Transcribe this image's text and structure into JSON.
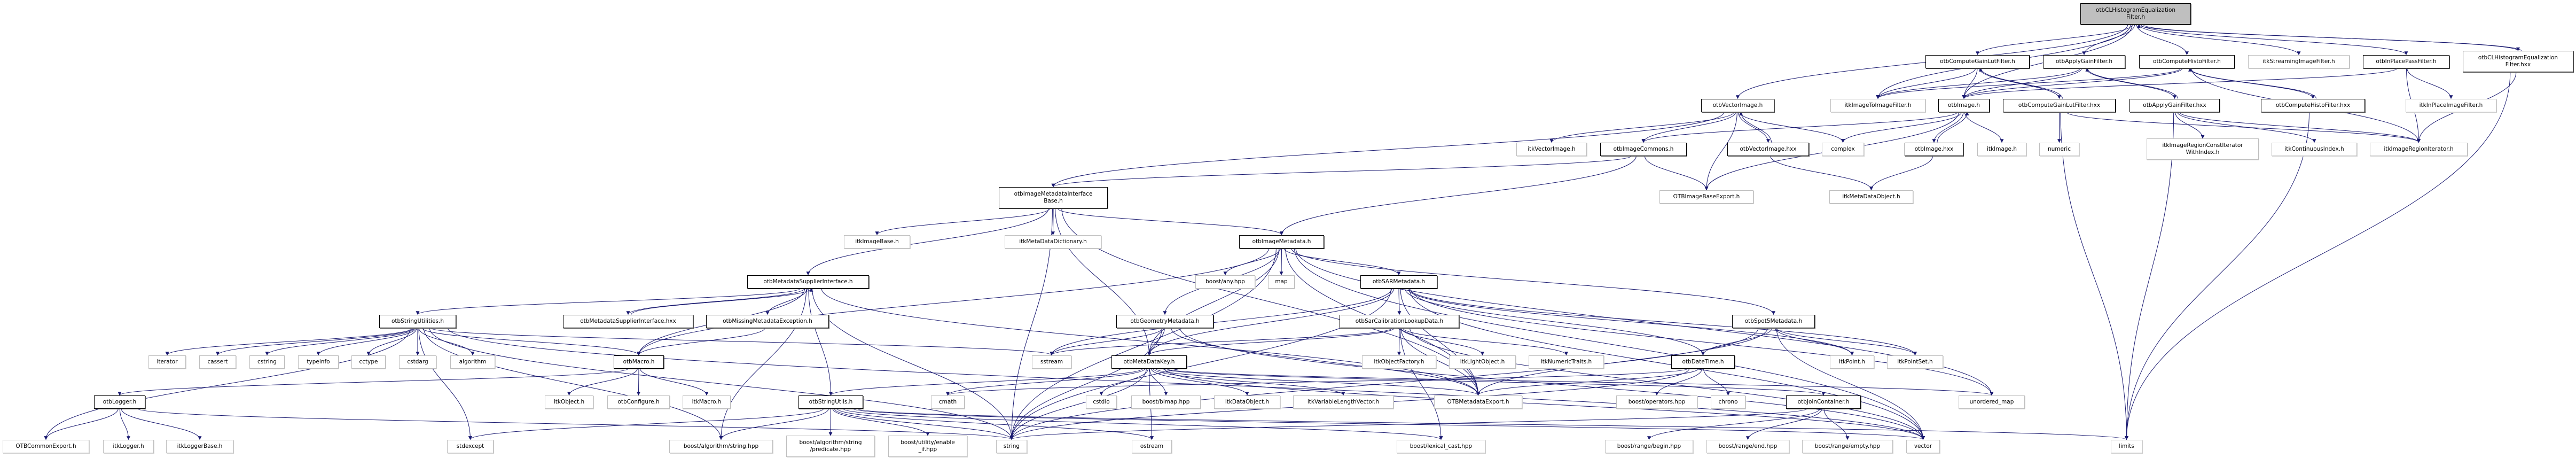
{
  "colors": {
    "edge": "#191970",
    "root_fill": "#bfbfbf",
    "documented_border": "#000000",
    "external_border": "#bfbfbf"
  },
  "nodes": [
    {
      "id": "root",
      "label": "otbCLHistogramEqualization\nFilter.h",
      "kind": "root"
    },
    {
      "id": "cglf",
      "label": "otbComputeGainLutFilter.h",
      "kind": "doc"
    },
    {
      "id": "agf",
      "label": "otbApplyGainFilter.h",
      "kind": "doc"
    },
    {
      "id": "chf",
      "label": "otbComputeHistoFilter.h",
      "kind": "doc"
    },
    {
      "id": "isf",
      "label": "itkStreamingImageFilter.h",
      "kind": "ext"
    },
    {
      "id": "ipf",
      "label": "otbInPlacePassFilter.h",
      "kind": "doc"
    },
    {
      "id": "rhxx",
      "label": "otbCLHistogramEqualization\nFilter.hxx",
      "kind": "doc"
    },
    {
      "id": "vimg",
      "label": "otbVectorImage.h",
      "kind": "doc"
    },
    {
      "id": "i2i",
      "label": "itkImageToImageFilter.h",
      "kind": "ext"
    },
    {
      "id": "img",
      "label": "otbImage.h",
      "kind": "doc"
    },
    {
      "id": "cglfx",
      "label": "otbComputeGainLutFilter.hxx",
      "kind": "doc"
    },
    {
      "id": "agfx",
      "label": "otbApplyGainFilter.hxx",
      "kind": "doc"
    },
    {
      "id": "chfx",
      "label": "otbComputeHistoFilter.hxx",
      "kind": "doc"
    },
    {
      "id": "iipf",
      "label": "itkInPlaceImageFilter.h",
      "kind": "ext"
    },
    {
      "id": "ivimg",
      "label": "itkVectorImage.h",
      "kind": "ext"
    },
    {
      "id": "icom",
      "label": "otbImageCommons.h",
      "kind": "doc"
    },
    {
      "id": "vimgx",
      "label": "otbVectorImage.hxx",
      "kind": "doc"
    },
    {
      "id": "complex",
      "label": "complex",
      "kind": "ext"
    },
    {
      "id": "imgx",
      "label": "otbImage.hxx",
      "kind": "doc"
    },
    {
      "id": "itkimg",
      "label": "itkImage.h",
      "kind": "ext"
    },
    {
      "id": "numeric",
      "label": "numeric",
      "kind": "ext"
    },
    {
      "id": "ircii",
      "label": "itkImageRegionConstIterator\nWithIndex.h",
      "kind": "ext"
    },
    {
      "id": "cidx",
      "label": "itkContinuousIndex.h",
      "kind": "ext"
    },
    {
      "id": "iri",
      "label": "itkImageRegionIterator.h",
      "kind": "ext"
    },
    {
      "id": "imib",
      "label": "otbImageMetadataInterface\nBase.h",
      "kind": "doc"
    },
    {
      "id": "ibexp",
      "label": "OTBImageBaseExport.h",
      "kind": "ext"
    },
    {
      "id": "imdo",
      "label": "itkMetaDataObject.h",
      "kind": "ext"
    },
    {
      "id": "iib",
      "label": "itkImageBase.h",
      "kind": "ext"
    },
    {
      "id": "imdd",
      "label": "itkMetaDataDictionary.h",
      "kind": "ext"
    },
    {
      "id": "imd",
      "label": "otbImageMetadata.h",
      "kind": "doc"
    },
    {
      "id": "msi",
      "label": "otbMetadataSupplierInterface.h",
      "kind": "doc"
    },
    {
      "id": "bany",
      "label": "boost/any.hpp",
      "kind": "ext"
    },
    {
      "id": "map",
      "label": "map",
      "kind": "ext"
    },
    {
      "id": "sar",
      "label": "otbSARMetadata.h",
      "kind": "doc"
    },
    {
      "id": "su",
      "label": "otbStringUtilities.h",
      "kind": "doc"
    },
    {
      "id": "msix",
      "label": "otbMetadataSupplierInterface.hxx",
      "kind": "doc"
    },
    {
      "id": "mme",
      "label": "otbMissingMetadataException.h",
      "kind": "doc"
    },
    {
      "id": "geom",
      "label": "otbGeometryMetadata.h",
      "kind": "doc"
    },
    {
      "id": "scl",
      "label": "otbSarCalibrationLookupData.h",
      "kind": "doc"
    },
    {
      "id": "spot",
      "label": "otbSpot5Metadata.h",
      "kind": "doc"
    },
    {
      "id": "iterator",
      "label": "iterator",
      "kind": "ext"
    },
    {
      "id": "cassert",
      "label": "cassert",
      "kind": "ext"
    },
    {
      "id": "cstring",
      "label": "cstring",
      "kind": "ext"
    },
    {
      "id": "typeinfo",
      "label": "typeinfo",
      "kind": "ext"
    },
    {
      "id": "cctype",
      "label": "cctype",
      "kind": "ext"
    },
    {
      "id": "cstdarg",
      "label": "cstdarg",
      "kind": "ext"
    },
    {
      "id": "algorithm",
      "label": "algorithm",
      "kind": "ext"
    },
    {
      "id": "macro",
      "label": "otbMacro.h",
      "kind": "doc"
    },
    {
      "id": "sstream",
      "label": "sstream",
      "kind": "ext"
    },
    {
      "id": "mdk",
      "label": "otbMetaDataKey.h",
      "kind": "doc"
    },
    {
      "id": "iof",
      "label": "itkObjectFactory.h",
      "kind": "ext"
    },
    {
      "id": "ilo",
      "label": "itkLightObject.h",
      "kind": "ext"
    },
    {
      "id": "int",
      "label": "itkNumericTraits.h",
      "kind": "ext"
    },
    {
      "id": "dt",
      "label": "otbDateTime.h",
      "kind": "doc"
    },
    {
      "id": "ipt",
      "label": "itkPoint.h",
      "kind": "ext"
    },
    {
      "id": "ips",
      "label": "itkPointSet.h",
      "kind": "ext"
    },
    {
      "id": "logger",
      "label": "otbLogger.h",
      "kind": "doc"
    },
    {
      "id": "iobj",
      "label": "itkObject.h",
      "kind": "ext"
    },
    {
      "id": "conf",
      "label": "otbConfigure.h",
      "kind": "ext"
    },
    {
      "id": "imac",
      "label": "itkMacro.h",
      "kind": "ext"
    },
    {
      "id": "sus",
      "label": "otbStringUtils.h",
      "kind": "doc"
    },
    {
      "id": "cmath",
      "label": "cmath",
      "kind": "ext"
    },
    {
      "id": "cstdio",
      "label": "cstdio",
      "kind": "ext"
    },
    {
      "id": "bimap",
      "label": "boost/bimap.hpp",
      "kind": "ext"
    },
    {
      "id": "ido",
      "label": "itkDataObject.h",
      "kind": "ext"
    },
    {
      "id": "ivlv",
      "label": "itkVariableLengthVector.h",
      "kind": "ext"
    },
    {
      "id": "mexp",
      "label": "OTBMetadataExport.h",
      "kind": "ext"
    },
    {
      "id": "bops",
      "label": "boost/operators.hpp",
      "kind": "ext"
    },
    {
      "id": "chrono",
      "label": "chrono",
      "kind": "ext"
    },
    {
      "id": "jc",
      "label": "otbJoinContainer.h",
      "kind": "doc"
    },
    {
      "id": "umap",
      "label": "unordered_map",
      "kind": "ext"
    },
    {
      "id": "cexp",
      "label": "OTBCommonExport.h",
      "kind": "ext"
    },
    {
      "id": "ilog",
      "label": "itkLogger.h",
      "kind": "ext"
    },
    {
      "id": "ilb",
      "label": "itkLoggerBase.h",
      "kind": "ext"
    },
    {
      "id": "stdexcept",
      "label": "stdexcept",
      "kind": "ext"
    },
    {
      "id": "bas",
      "label": "boost/algorithm/string.hpp",
      "kind": "ext"
    },
    {
      "id": "bpred",
      "label": "boost/algorithm/string\n/predicate.hpp",
      "kind": "ext"
    },
    {
      "id": "benable",
      "label": "boost/utility/enable\n_if.hpp",
      "kind": "ext"
    },
    {
      "id": "string",
      "label": "string",
      "kind": "ext"
    },
    {
      "id": "ostream",
      "label": "ostream",
      "kind": "ext"
    },
    {
      "id": "blex",
      "label": "boost/lexical_cast.hpp",
      "kind": "ext"
    },
    {
      "id": "rbegin",
      "label": "boost/range/begin.hpp",
      "kind": "ext"
    },
    {
      "id": "rend",
      "label": "boost/range/end.hpp",
      "kind": "ext"
    },
    {
      "id": "rempty",
      "label": "boost/range/empty.hpp",
      "kind": "ext"
    },
    {
      "id": "vector",
      "label": "vector",
      "kind": "ext"
    },
    {
      "id": "limits",
      "label": "limits",
      "kind": "ext"
    }
  ],
  "edges": [
    [
      "root",
      "cglf"
    ],
    [
      "root",
      "agf"
    ],
    [
      "root",
      "chf"
    ],
    [
      "root",
      "isf"
    ],
    [
      "root",
      "ipf"
    ],
    [
      "root",
      "rhxx"
    ],
    [
      "rhxx",
      "root"
    ],
    [
      "root",
      "vimg"
    ],
    [
      "root",
      "i2i"
    ],
    [
      "root",
      "img"
    ],
    [
      "rhxx",
      "iri"
    ],
    [
      "rhxx",
      "limits"
    ],
    [
      "cglf",
      "i2i"
    ],
    [
      "cglf",
      "img"
    ],
    [
      "cglf",
      "cglfx"
    ],
    [
      "cglfx",
      "cglf"
    ],
    [
      "cglfx",
      "numeric"
    ],
    [
      "cglfx",
      "limits"
    ],
    [
      "cglfx",
      "iri"
    ],
    [
      "agf",
      "i2i"
    ],
    [
      "agf",
      "img"
    ],
    [
      "agf",
      "agfx"
    ],
    [
      "agfx",
      "agf"
    ],
    [
      "agfx",
      "ircii"
    ],
    [
      "agfx",
      "cidx"
    ],
    [
      "agfx",
      "iri"
    ],
    [
      "agfx",
      "limits"
    ],
    [
      "chf",
      "i2i"
    ],
    [
      "chf",
      "img"
    ],
    [
      "chf",
      "chfx"
    ],
    [
      "chfx",
      "chf"
    ],
    [
      "chf",
      "iri"
    ],
    [
      "chfx",
      "limits"
    ],
    [
      "ipf",
      "iipf"
    ],
    [
      "ipf",
      "iri"
    ],
    [
      "ipf",
      "img"
    ],
    [
      "img",
      "itkimg"
    ],
    [
      "img",
      "imgx"
    ],
    [
      "imgx",
      "img"
    ],
    [
      "img",
      "complex"
    ],
    [
      "img",
      "icom"
    ],
    [
      "img",
      "ibexp"
    ],
    [
      "imgx",
      "imdo"
    ],
    [
      "vimg",
      "ivimg"
    ],
    [
      "vimg",
      "icom"
    ],
    [
      "vimg",
      "vimgx"
    ],
    [
      "vimgx",
      "vimg"
    ],
    [
      "vimg",
      "complex"
    ],
    [
      "vimg",
      "ibexp"
    ],
    [
      "vimg",
      "imib"
    ],
    [
      "vimgx",
      "imdo"
    ],
    [
      "icom",
      "imib"
    ],
    [
      "icom",
      "imd"
    ],
    [
      "icom",
      "ibexp"
    ],
    [
      "imib",
      "iib"
    ],
    [
      "imib",
      "msi"
    ],
    [
      "imib",
      "imdd"
    ],
    [
      "imib",
      "imd"
    ],
    [
      "imib",
      "string"
    ],
    [
      "imib",
      "mdk"
    ],
    [
      "imib",
      "mexp"
    ],
    [
      "msi",
      "su"
    ],
    [
      "msi",
      "msix"
    ],
    [
      "msix",
      "msi"
    ],
    [
      "msi",
      "mme"
    ],
    [
      "msi",
      "macro"
    ],
    [
      "msi",
      "sus"
    ],
    [
      "msi",
      "string"
    ],
    [
      "msi",
      "bas"
    ],
    [
      "msi",
      "mexp"
    ],
    [
      "su",
      "iterator"
    ],
    [
      "su",
      "cassert"
    ],
    [
      "su",
      "cstring"
    ],
    [
      "su",
      "typeinfo"
    ],
    [
      "su",
      "cctype"
    ],
    [
      "su",
      "cstdarg"
    ],
    [
      "su",
      "algorithm"
    ],
    [
      "su",
      "macro"
    ],
    [
      "su",
      "cexp"
    ],
    [
      "su",
      "stdexcept"
    ],
    [
      "su",
      "string"
    ],
    [
      "su",
      "sstream"
    ],
    [
      "su",
      "vector"
    ],
    [
      "su",
      "bas"
    ],
    [
      "mme",
      "macro"
    ],
    [
      "macro",
      "iobj"
    ],
    [
      "macro",
      "conf"
    ],
    [
      "macro",
      "imac"
    ],
    [
      "macro",
      "logger"
    ],
    [
      "logger",
      "cexp"
    ],
    [
      "logger",
      "ilog"
    ],
    [
      "logger",
      "ilb"
    ],
    [
      "logger",
      "string"
    ],
    [
      "sus",
      "stdexcept"
    ],
    [
      "sus",
      "bas"
    ],
    [
      "sus",
      "bpred"
    ],
    [
      "sus",
      "benable"
    ],
    [
      "sus",
      "string"
    ],
    [
      "sus",
      "ostream"
    ],
    [
      "sus",
      "vector"
    ],
    [
      "sus",
      "blex"
    ],
    [
      "sus",
      "limits"
    ],
    [
      "imd",
      "bany"
    ],
    [
      "imd",
      "map"
    ],
    [
      "imd",
      "sar"
    ],
    [
      "imd",
      "geom"
    ],
    [
      "imd",
      "mdk"
    ],
    [
      "imd",
      "string"
    ],
    [
      "imd",
      "mexp"
    ],
    [
      "imd",
      "macro"
    ],
    [
      "imd",
      "vector"
    ],
    [
      "imd",
      "umap"
    ],
    [
      "imd",
      "spot"
    ],
    [
      "sar",
      "scl"
    ],
    [
      "sar",
      "mdk"
    ],
    [
      "sar",
      "dt"
    ],
    [
      "sar",
      "ipt"
    ],
    [
      "sar",
      "ips"
    ],
    [
      "sar",
      "vector"
    ],
    [
      "sar",
      "string"
    ],
    [
      "sar",
      "sstream"
    ],
    [
      "sar",
      "mexp"
    ],
    [
      "sar",
      "umap"
    ],
    [
      "scl",
      "iof"
    ],
    [
      "scl",
      "ilo"
    ],
    [
      "scl",
      "int"
    ],
    [
      "scl",
      "mexp"
    ],
    [
      "scl",
      "blex"
    ],
    [
      "scl",
      "mdk"
    ],
    [
      "scl",
      "sstream"
    ],
    [
      "scl",
      "vector"
    ],
    [
      "geom",
      "mdk"
    ],
    [
      "geom",
      "sstream"
    ],
    [
      "geom",
      "string"
    ],
    [
      "geom",
      "mexp"
    ],
    [
      "geom",
      "vector"
    ],
    [
      "spot",
      "dt"
    ],
    [
      "spot",
      "mexp"
    ],
    [
      "spot",
      "ipt"
    ],
    [
      "spot",
      "ips"
    ],
    [
      "spot",
      "vector"
    ],
    [
      "spot",
      "string"
    ],
    [
      "dt",
      "bops"
    ],
    [
      "dt",
      "chrono"
    ],
    [
      "dt",
      "mexp"
    ],
    [
      "dt",
      "string"
    ],
    [
      "dt",
      "cmath"
    ],
    [
      "mdk",
      "cstdio"
    ],
    [
      "mdk",
      "bimap"
    ],
    [
      "mdk",
      "ido"
    ],
    [
      "mdk",
      "ivlv"
    ],
    [
      "mdk",
      "string"
    ],
    [
      "mdk",
      "mexp"
    ],
    [
      "mdk",
      "sus"
    ],
    [
      "mdk",
      "jc"
    ],
    [
      "mdk",
      "umap"
    ],
    [
      "mdk",
      "vector"
    ],
    [
      "mdk",
      "cmath"
    ],
    [
      "mdk",
      "ostream"
    ],
    [
      "jc",
      "rbegin"
    ],
    [
      "jc",
      "rend"
    ],
    [
      "jc",
      "rempty"
    ],
    [
      "jc",
      "string"
    ]
  ]
}
